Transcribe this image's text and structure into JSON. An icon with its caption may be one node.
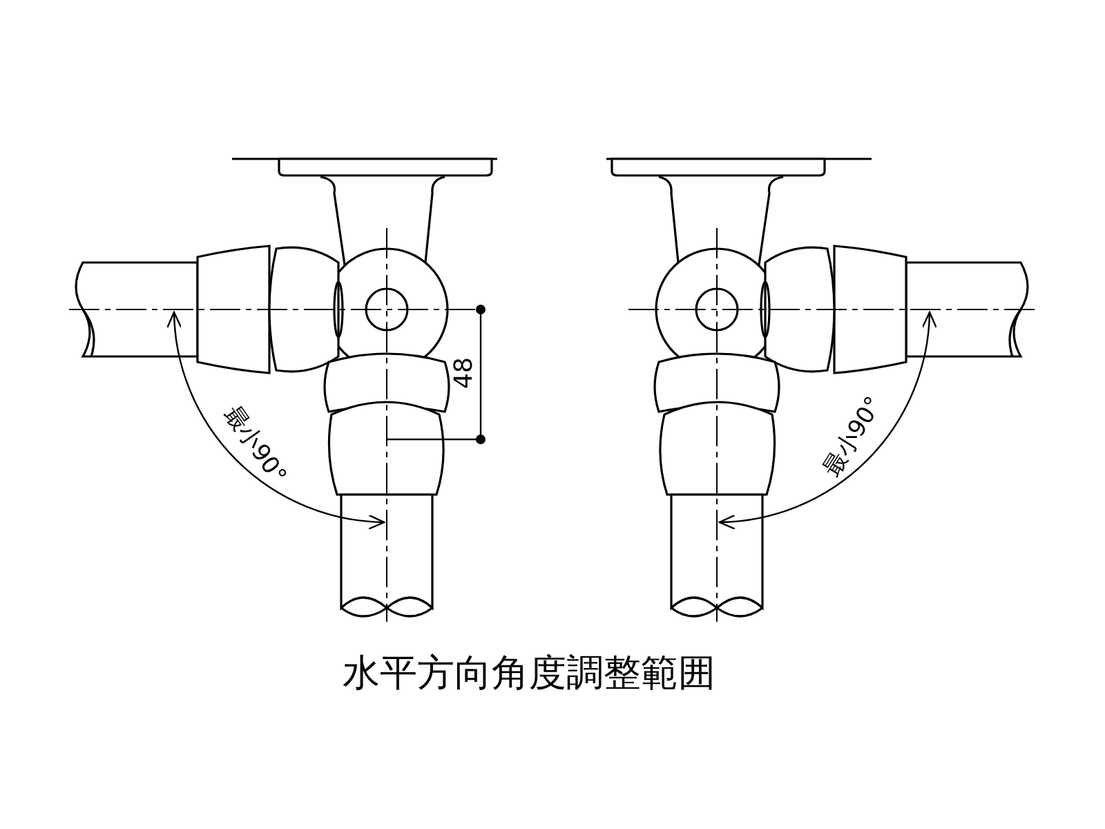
{
  "diagram": {
    "caption": "水平方向角度調整範囲",
    "labels": [
      "48",
      "最小90°",
      "最小90°"
    ]
  }
}
